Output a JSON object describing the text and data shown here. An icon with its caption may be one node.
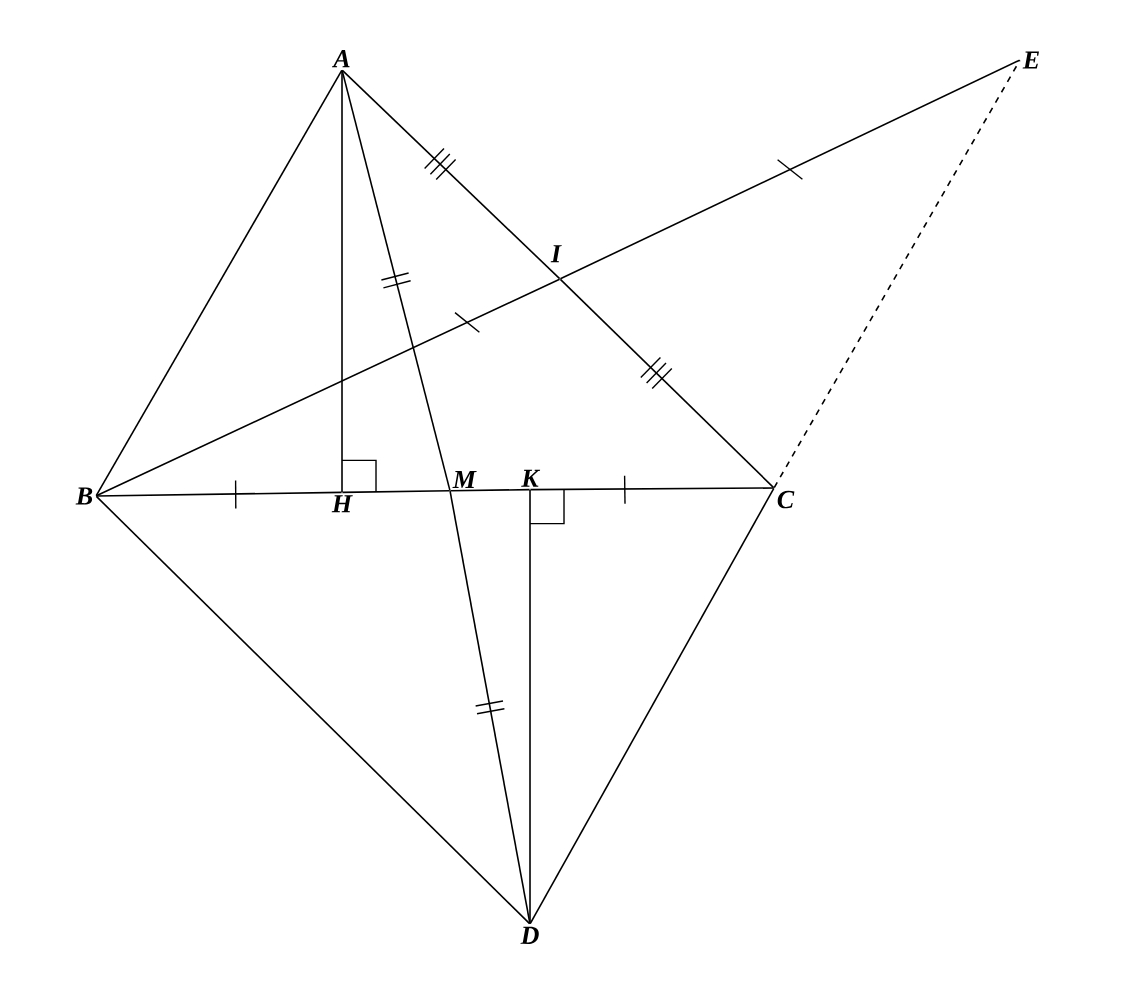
{
  "diagram": {
    "nodes": [
      {
        "text": [
          "A"
        ]
      },
      {
        "text": [
          "E"
        ]
      },
      {
        "text": [
          "I"
        ]
      },
      {
        "text": [
          "B"
        ]
      },
      {
        "text": [
          "H"
        ]
      },
      {
        "text": [
          "M"
        ]
      },
      {
        "text": [
          "K"
        ]
      },
      {
        "text": [
          "C"
        ]
      },
      {
        "text": [
          "D"
        ]
      }
    ],
    "edges": [
      {
        "from": 0,
        "to": 3,
        "arrow": "none"
      },
      {
        "from": 0,
        "to": 2,
        "arrow": "none"
      },
      {
        "from": 2,
        "to": 7,
        "arrow": "none"
      },
      {
        "from": 0,
        "to": 4,
        "arrow": "none"
      },
      {
        "from": 0,
        "to": 5,
        "arrow": "none"
      },
      {
        "from": 5,
        "to": 8,
        "arrow": "none"
      },
      {
        "from": 3,
        "to": 2,
        "arrow": "none"
      },
      {
        "from": 2,
        "to": 1,
        "arrow": "none"
      },
      {
        "from": 3,
        "to": 4,
        "arrow": "none"
      },
      {
        "from": 4,
        "to": 5,
        "arrow": "none"
      },
      {
        "from": 5,
        "to": 6,
        "arrow": "none"
      },
      {
        "from": 6,
        "to": 7,
        "arrow": "none"
      },
      {
        "from": 3,
        "to": 8,
        "arrow": "none"
      },
      {
        "from": 7,
        "to": 8,
        "arrow": "none"
      },
      {
        "from": 6,
        "to": 8,
        "arrow": "none"
      },
      {
        "from": 7,
        "to": 1,
        "arrow": "none",
        "style": "dashed"
      }
    ]
  }
}
